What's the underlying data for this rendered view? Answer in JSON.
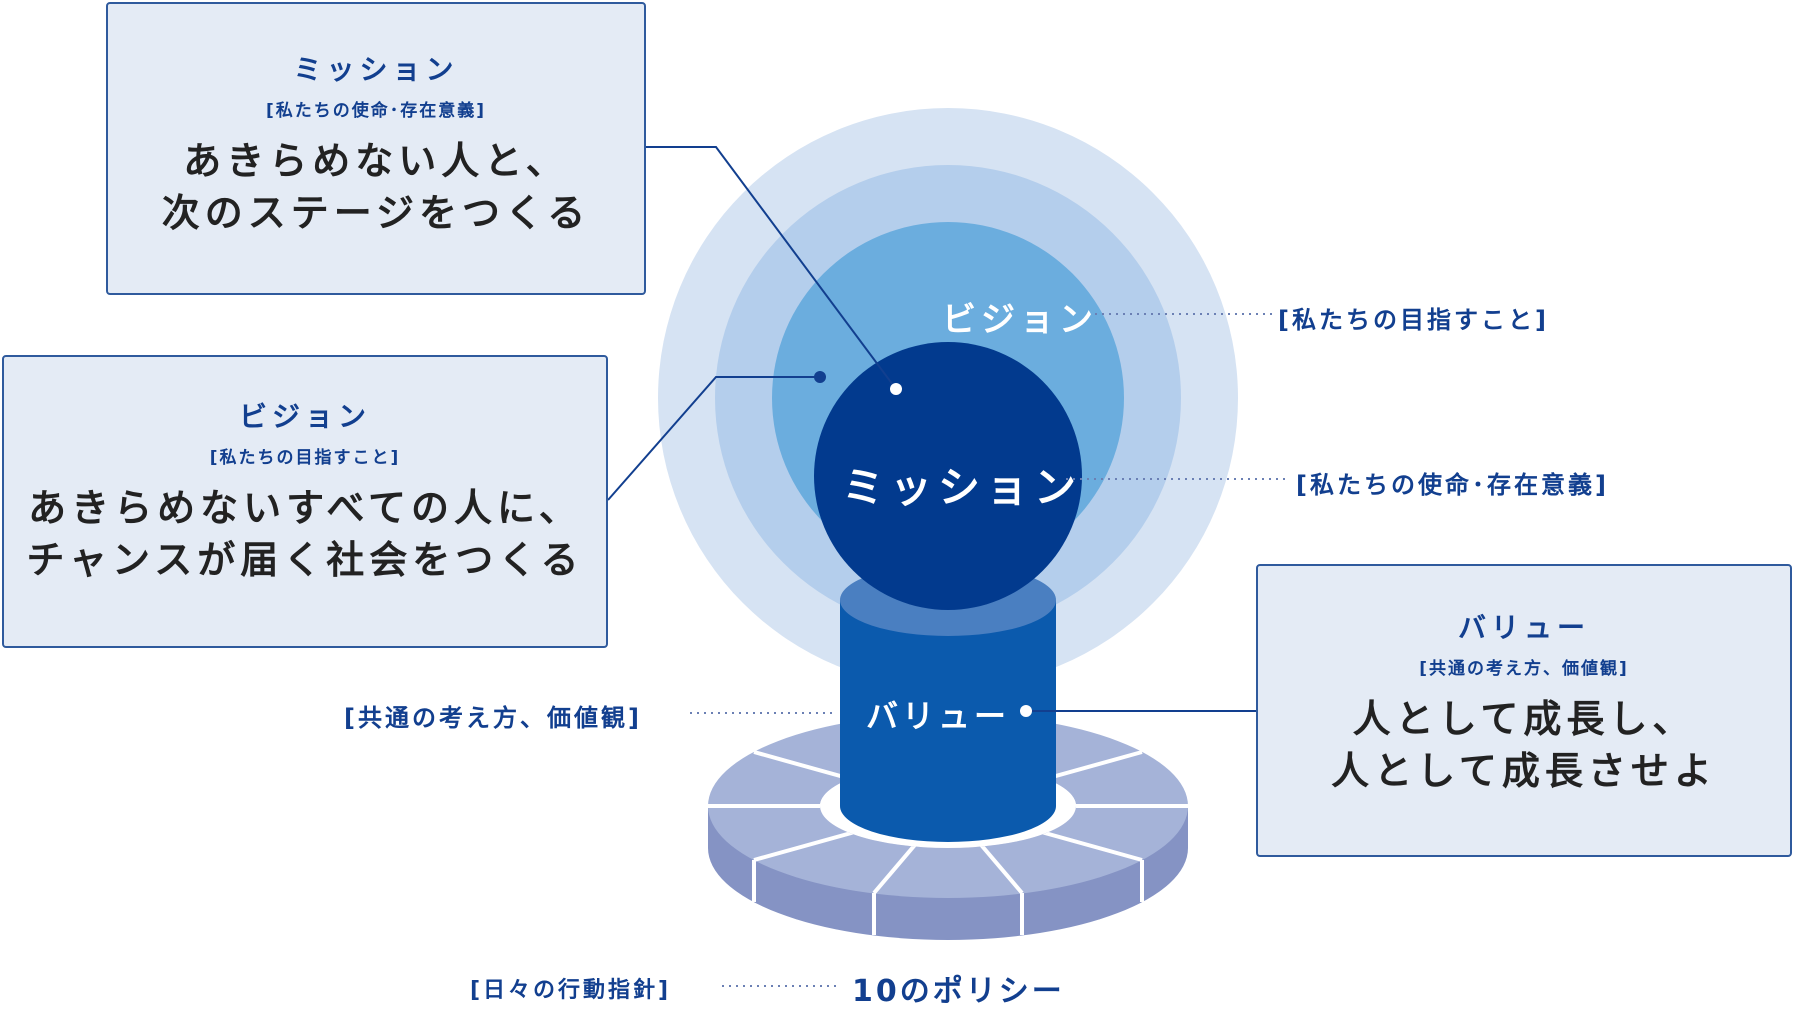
{
  "boxes": {
    "mission": {
      "title": "ミッション",
      "subtitle": "[私たちの使命･存在意義]",
      "line1": "あきらめない人と、",
      "line2": "次のステージをつくる"
    },
    "vision": {
      "title": "ビジョン",
      "subtitle": "[私たちの目指すこと]",
      "line1": "あきらめないすべての人に、",
      "line2": "チャンスが届く社会をつくる"
    },
    "value": {
      "title": "バリュー",
      "subtitle": "[共通の考え方、価値観]",
      "line1": "人として成長し、",
      "line2": "人として成長させよ"
    }
  },
  "diagram": {
    "vision_label": "ビジョン",
    "vision_note": "[私たちの目指すこと]",
    "mission_label": "ミッション",
    "mission_note": "[私たちの使命･存在意義]",
    "value_label": "バリュー",
    "value_note": "[共通の考え方、価値観]",
    "policy_label": "10のポリシー",
    "policy_note": "[日々の行動指針]"
  },
  "colors": {
    "ring_outer": "#d6e3f3",
    "ring_middle": "#b4ceec",
    "ring_inner": "#6badde",
    "mission_sphere": "#023a8e",
    "cylinder_body": "#0b5aad",
    "cylinder_top": "#4a7fc1",
    "base_top": "#a5b3d8",
    "base_side": "#8593c4",
    "box_fill": "#e4ebf5",
    "box_border": "#2f5a9d",
    "accent_navy": "#123f8f"
  }
}
